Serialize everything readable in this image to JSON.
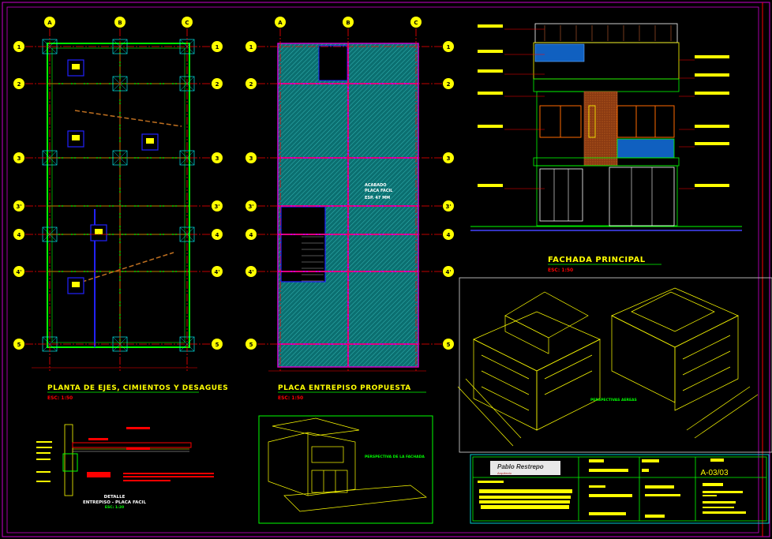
{
  "axes": {
    "columns": [
      "A",
      "B",
      "C"
    ],
    "rows": [
      "1",
      "2",
      "3",
      "3'",
      "4",
      "4'",
      "5"
    ]
  },
  "plan_foundations": {
    "title": "PLANTA DE EJES, CIMIENTOS Y DESAGUES",
    "scale": "ESC: 1:50"
  },
  "plan_slab": {
    "title": "PLACA ENTREPISO PROPUESTA",
    "scale": "ESC: 1:50",
    "note_lines": [
      "ACABADO",
      "PLACA FACIL",
      "ESP. 47 MM"
    ]
  },
  "elevation": {
    "title": "FACHADA PRINCIPAL",
    "scale": "ESC: 1:50"
  },
  "detail": {
    "title": "DETALLE",
    "subtitle": "ENTREPISO - PLACA FACIL",
    "scale": "ESC: 1:20"
  },
  "perspective_facade": {
    "label": "PERSPECTIVA DE LA FACHADA"
  },
  "perspectives_aerial": {
    "label": "PERSPECTIVAS AEREAS"
  },
  "title_block": {
    "logo_name": "Pablo Restrepo",
    "logo_subtitle": "Arquitecto",
    "sheet_number": "A-03/03"
  },
  "colors": {
    "background": "#000000",
    "grid_axis": "#ff0000",
    "walls": "#00ff00",
    "text": "#ffff00",
    "hatch": "#0e8f8f",
    "border": "#cc00cc"
  }
}
